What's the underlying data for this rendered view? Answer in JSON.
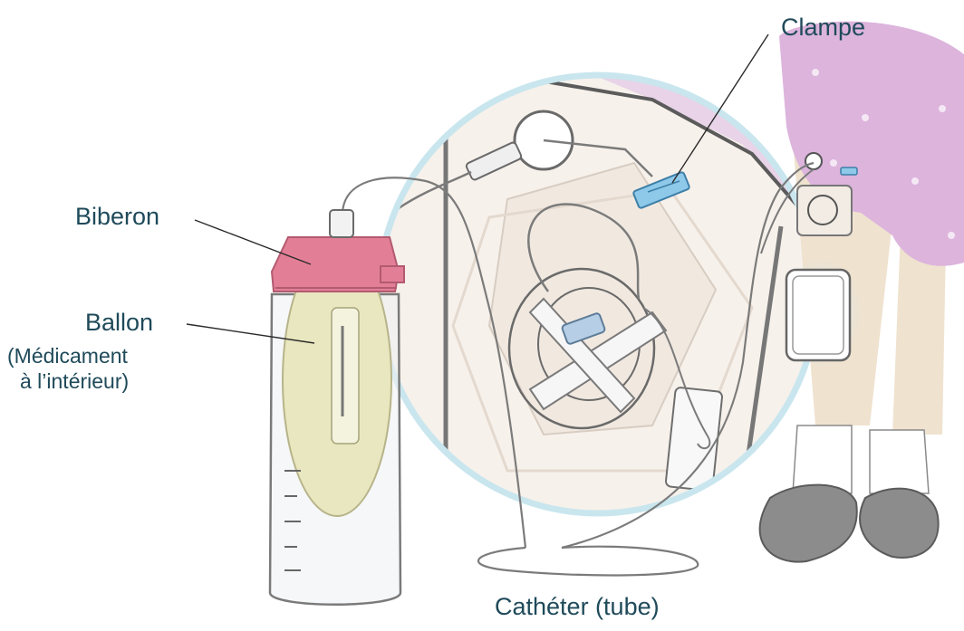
{
  "labels": {
    "clampe": "Clampe",
    "biberon": "Biberon",
    "ballon": "Ballon",
    "ballon_note_1": "(Médicament",
    "ballon_note_2": "à l’intérieur)",
    "catheter": "Cathéter (tube)"
  },
  "colors": {
    "label_text": "#1f4a5a",
    "bottle_cap": "#e27f96",
    "balloon": "#e9e7bf",
    "clamp": "#8fc9ea",
    "magnifier_ring": "#c9e6ee",
    "skin": "#efe2cf",
    "robe": "#dcb4dc",
    "slipper": "#8c8c8c"
  },
  "icons": [
    "medication-bottle",
    "elastomeric-balloon",
    "catheter-tube",
    "iv-clamp",
    "magnifier-circle",
    "child-leg"
  ]
}
